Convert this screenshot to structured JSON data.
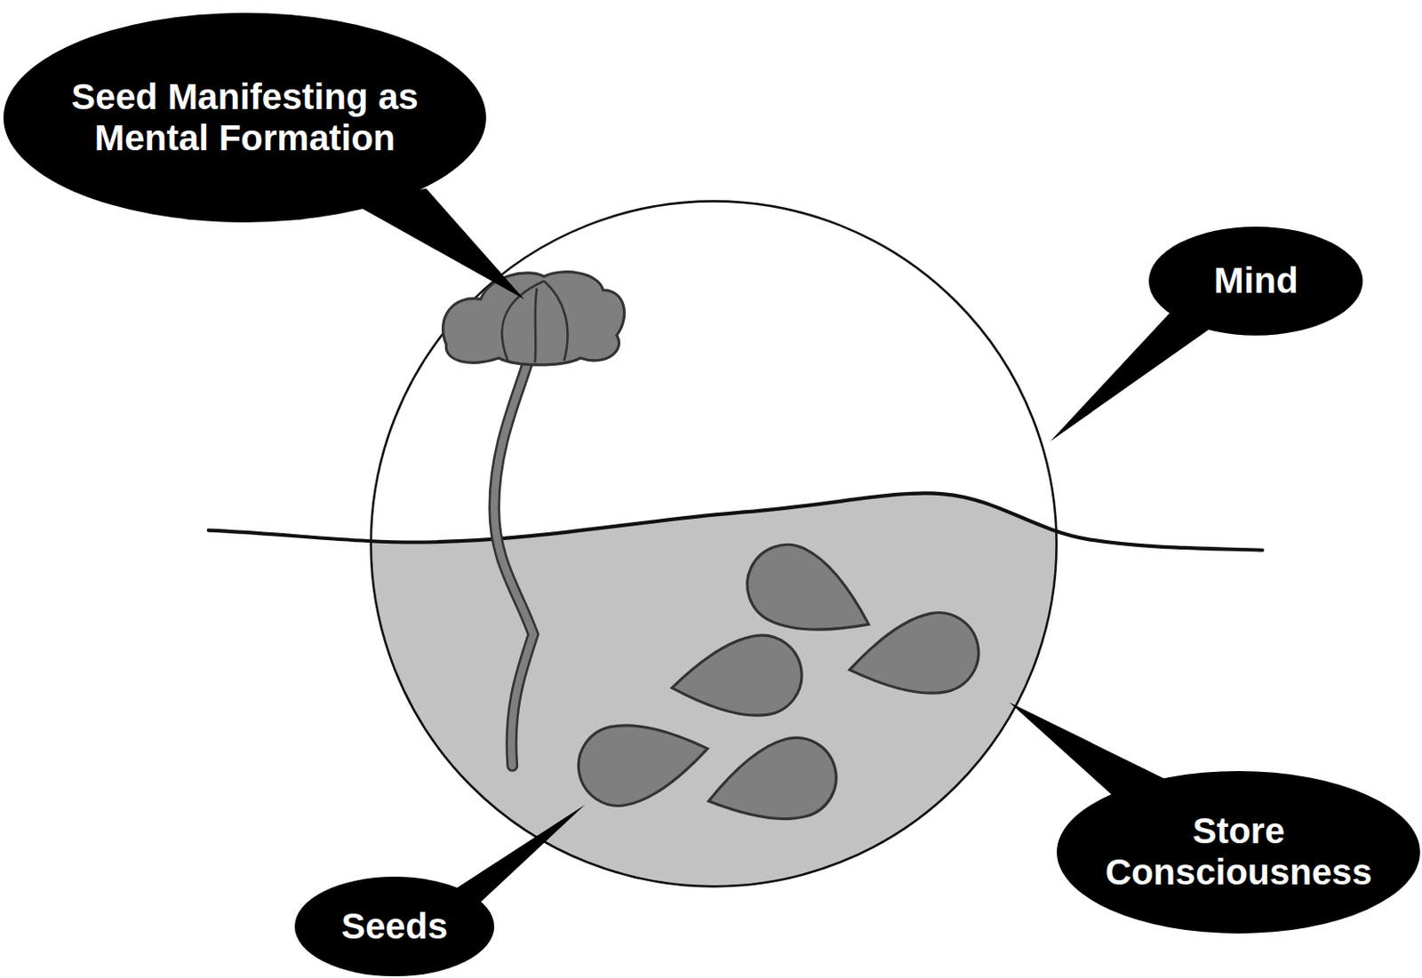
{
  "diagram": {
    "nodes": [
      {
        "text": [
          "Seed Manifesting as Mental Formation"
        ]
      },
      {
        "text": [
          "Mind"
        ]
      },
      {
        "text": [
          "Store Consciousness"
        ]
      },
      {
        "text": [
          "Seeds"
        ]
      }
    ]
  }
}
